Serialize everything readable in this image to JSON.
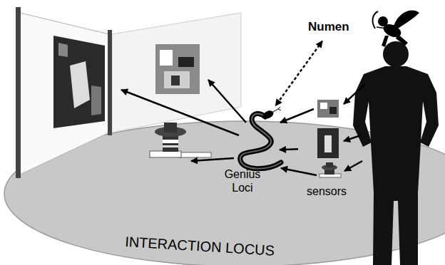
{
  "diagram": {
    "nodes": [
      {
        "text": [
          "INTERACTION LOCUS"
        ]
      },
      {
        "text": [
          "Numen"
        ]
      },
      {
        "text": [
          "Genius Loci"
        ],
        "in": 0
      },
      {
        "text": [
          "sensors"
        ],
        "in": 0
      }
    ],
    "edges": [
      {
        "from": 1,
        "to": 2,
        "arrow": "both"
      },
      {
        "from": 3,
        "to": 2,
        "arrow": "to"
      }
    ]
  }
}
